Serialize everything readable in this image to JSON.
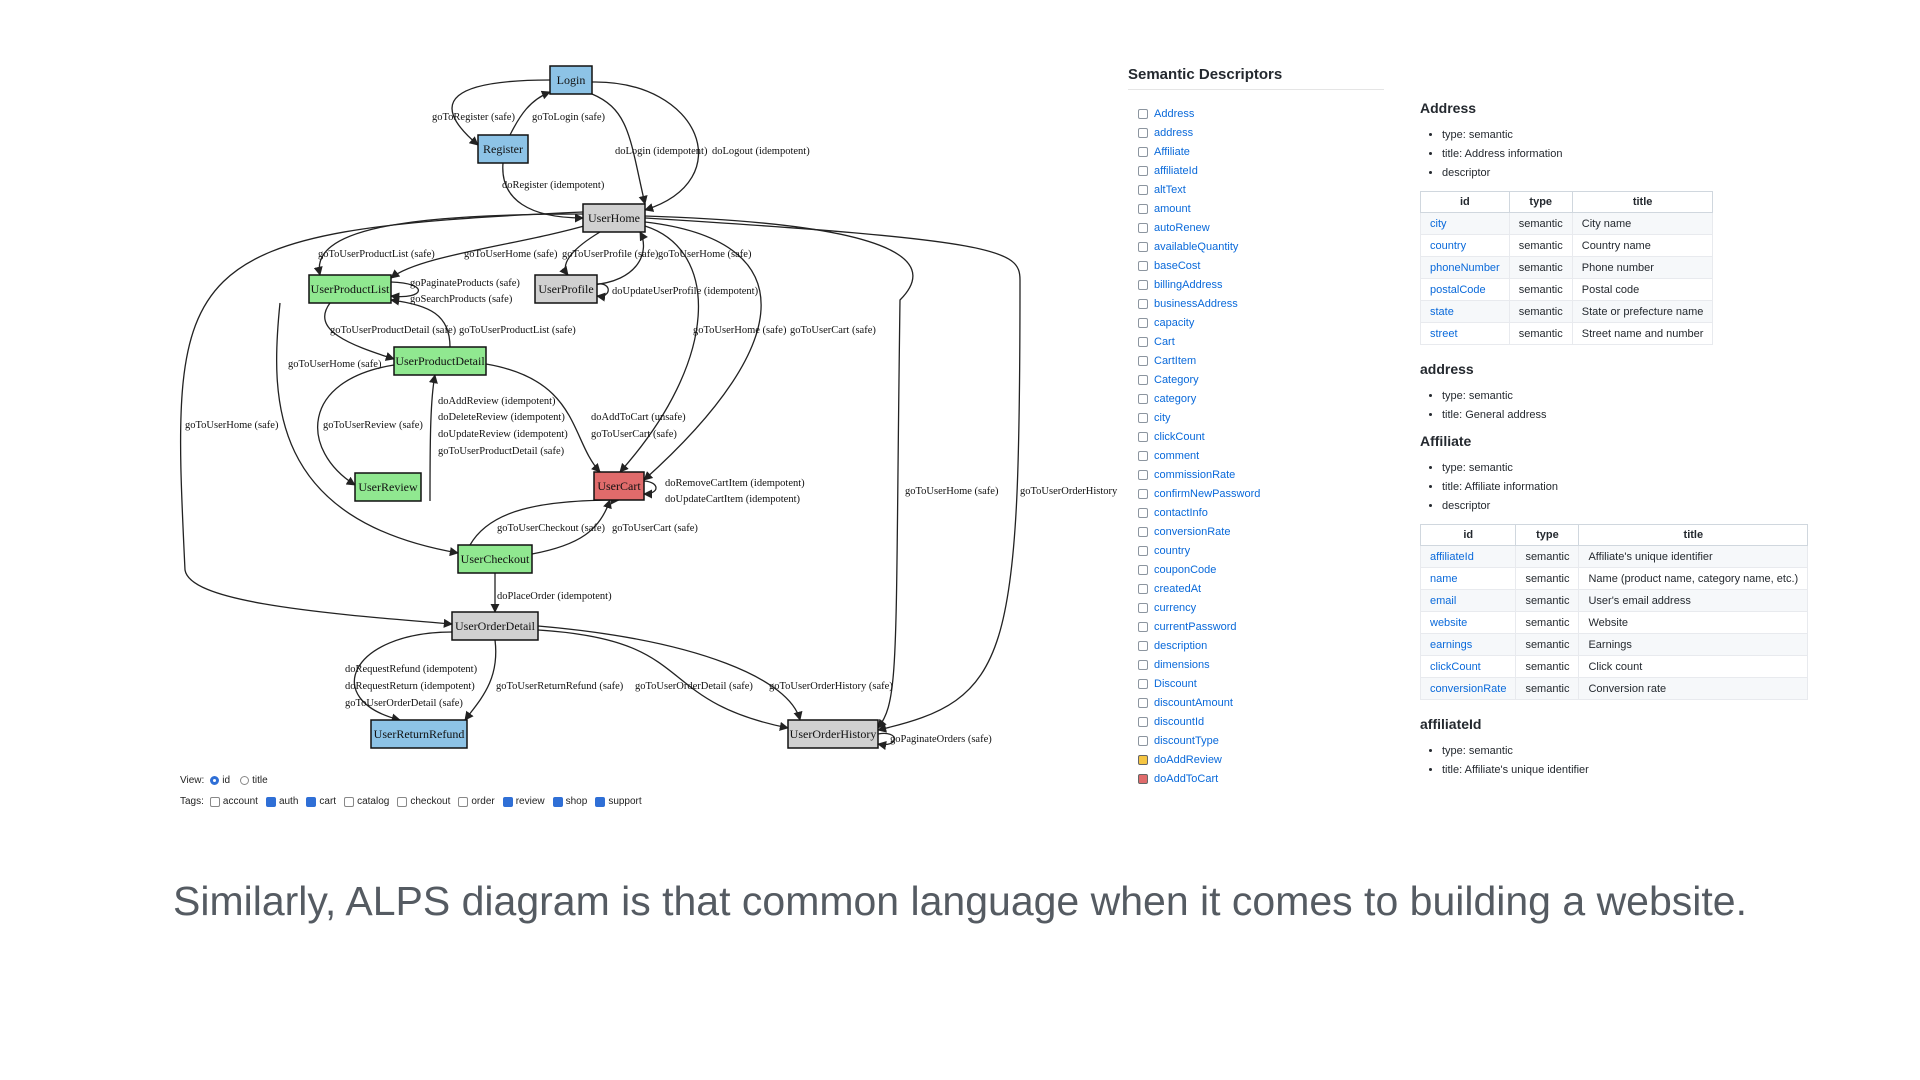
{
  "diagram": {
    "nodes": [
      {
        "id": "Login",
        "color": "#8dc3e6"
      },
      {
        "id": "Register",
        "color": "#8dc3e6"
      },
      {
        "id": "UserHome",
        "color": "#d0d0d0"
      },
      {
        "id": "UserProductList",
        "color": "#90e890"
      },
      {
        "id": "UserProfile",
        "color": "#d0d0d0"
      },
      {
        "id": "UserProductDetail",
        "color": "#90e890"
      },
      {
        "id": "UserReview",
        "color": "#90e890"
      },
      {
        "id": "UserCart",
        "color": "#e06b6b"
      },
      {
        "id": "UserCheckout",
        "color": "#90e890"
      },
      {
        "id": "UserOrderDetail",
        "color": "#d0d0d0"
      },
      {
        "id": "UserReturnRefund",
        "color": "#8dc3e6"
      },
      {
        "id": "UserOrderHistory",
        "color": "#d0d0d0"
      }
    ],
    "edge_labels": [
      "goToRegister (safe)",
      "goToLogin (safe)",
      "doLogin (idempotent)",
      "doLogout (idempotent)",
      "doRegister (idempotent)",
      "goToUserProductList (safe)",
      "goToUserHome (safe)",
      "goToUserProfile (safe)",
      "goToUserHome (safe)",
      "goPaginateProducts (safe)",
      "goSearchProducts (safe)",
      "doUpdateUserProfile (idempotent)",
      "goToUserProductDetail (safe)",
      "goToUserProductList (safe)",
      "goToUserHome (safe)",
      "goToUserCart (safe)",
      "goToUserHome (safe)",
      "goToUserReview (safe)",
      "doAddReview (idempotent)",
      "doDeleteReview (idempotent)",
      "doUpdateReview (idempotent)",
      "goToUserProductDetail (safe)",
      "doAddToCart (unsafe)",
      "goToUserCart (safe)",
      "goToUserHome (safe)",
      "doRemoveCartItem (idempotent)",
      "doUpdateCartItem (idempotent)",
      "goToUserHome (safe)",
      "goToUserOrderHistory",
      "goToUserCheckout (safe)",
      "goToUserCart (safe)",
      "doPlaceOrder (idempotent)",
      "doRequestRefund (idempotent)",
      "doRequestReturn (idempotent)",
      "goToUserOrderDetail (safe)",
      "goToUserReturnRefund (safe)",
      "goToUserOrderDetail (safe)",
      "goToUserOrderHistory (safe)",
      "goPaginateOrders (safe)"
    ]
  },
  "controls": {
    "view_label": "View:",
    "view_options": [
      {
        "label": "id",
        "selected": true
      },
      {
        "label": "title",
        "selected": false
      }
    ],
    "tags_label": "Tags:",
    "tags": [
      {
        "label": "account",
        "checked": false
      },
      {
        "label": "auth",
        "checked": true
      },
      {
        "label": "cart",
        "checked": true
      },
      {
        "label": "catalog",
        "checked": false
      },
      {
        "label": "checkout",
        "checked": false
      },
      {
        "label": "order",
        "checked": false
      },
      {
        "label": "review",
        "checked": true
      },
      {
        "label": "shop",
        "checked": true
      },
      {
        "label": "support",
        "checked": true
      }
    ]
  },
  "descriptors": {
    "heading": "Semantic Descriptors",
    "items": [
      {
        "label": "Address",
        "marker": "none"
      },
      {
        "label": "address",
        "marker": "none"
      },
      {
        "label": "Affiliate",
        "marker": "none"
      },
      {
        "label": "affiliateId",
        "marker": "none"
      },
      {
        "label": "altText",
        "marker": "none"
      },
      {
        "label": "amount",
        "marker": "none"
      },
      {
        "label": "autoRenew",
        "marker": "none"
      },
      {
        "label": "availableQuantity",
        "marker": "none"
      },
      {
        "label": "baseCost",
        "marker": "none"
      },
      {
        "label": "billingAddress",
        "marker": "none"
      },
      {
        "label": "businessAddress",
        "marker": "none"
      },
      {
        "label": "capacity",
        "marker": "none"
      },
      {
        "label": "Cart",
        "marker": "none"
      },
      {
        "label": "CartItem",
        "marker": "none"
      },
      {
        "label": "Category",
        "marker": "none"
      },
      {
        "label": "category",
        "marker": "none"
      },
      {
        "label": "city",
        "marker": "none"
      },
      {
        "label": "clickCount",
        "marker": "none"
      },
      {
        "label": "comment",
        "marker": "none"
      },
      {
        "label": "commissionRate",
        "marker": "none"
      },
      {
        "label": "confirmNewPassword",
        "marker": "none"
      },
      {
        "label": "contactInfo",
        "marker": "none"
      },
      {
        "label": "conversionRate",
        "marker": "none"
      },
      {
        "label": "country",
        "marker": "none"
      },
      {
        "label": "couponCode",
        "marker": "none"
      },
      {
        "label": "createdAt",
        "marker": "none"
      },
      {
        "label": "currency",
        "marker": "none"
      },
      {
        "label": "currentPassword",
        "marker": "none"
      },
      {
        "label": "description",
        "marker": "none"
      },
      {
        "label": "dimensions",
        "marker": "none"
      },
      {
        "label": "Discount",
        "marker": "none"
      },
      {
        "label": "discountAmount",
        "marker": "none"
      },
      {
        "label": "discountId",
        "marker": "none"
      },
      {
        "label": "discountType",
        "marker": "none"
      },
      {
        "label": "doAddReview",
        "marker": "#f5c542"
      },
      {
        "label": "doAddToCart",
        "marker": "#e06b6b"
      }
    ]
  },
  "details": {
    "sections": [
      {
        "title": "Address",
        "props": [
          "type: semantic",
          "title: Address information",
          "descriptor"
        ],
        "table": {
          "headers": [
            "id",
            "type",
            "title"
          ],
          "rows": [
            [
              "city",
              "semantic",
              "City name"
            ],
            [
              "country",
              "semantic",
              "Country name"
            ],
            [
              "phoneNumber",
              "semantic",
              "Phone number"
            ],
            [
              "postalCode",
              "semantic",
              "Postal code"
            ],
            [
              "state",
              "semantic",
              "State or prefecture name"
            ],
            [
              "street",
              "semantic",
              "Street name and number"
            ]
          ]
        }
      },
      {
        "title": "address",
        "props": [
          "type: semantic",
          "title: General address"
        ]
      },
      {
        "title": "Affiliate",
        "props": [
          "type: semantic",
          "title: Affiliate information",
          "descriptor"
        ],
        "table": {
          "headers": [
            "id",
            "type",
            "title"
          ],
          "rows": [
            [
              "affiliateId",
              "semantic",
              "Affiliate's unique identifier"
            ],
            [
              "name",
              "semantic",
              "Name (product name, category name, etc.)"
            ],
            [
              "email",
              "semantic",
              "User's email address"
            ],
            [
              "website",
              "semantic",
              "Website"
            ],
            [
              "earnings",
              "semantic",
              "Earnings"
            ],
            [
              "clickCount",
              "semantic",
              "Click count"
            ],
            [
              "conversionRate",
              "semantic",
              "Conversion rate"
            ]
          ]
        }
      },
      {
        "title": "affiliateId",
        "props": [
          "type: semantic",
          "title: Affiliate's unique identifier"
        ]
      }
    ]
  },
  "caption": "Similarly, ALPS diagram is that common language when it comes to building a website."
}
